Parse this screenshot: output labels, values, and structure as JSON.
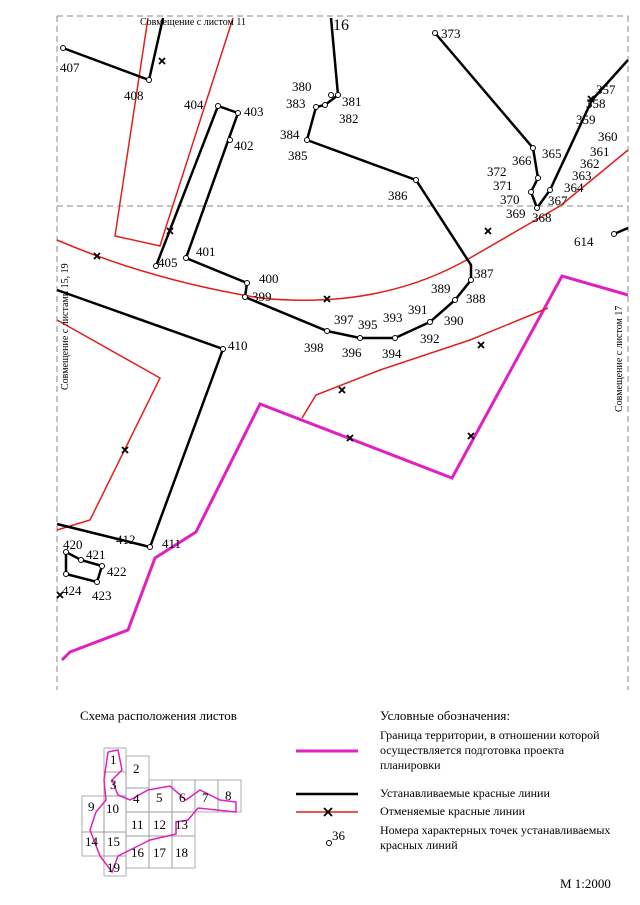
{
  "sheet_joins": {
    "top": "Совмещение с листом 11",
    "left": "Совмещение с листами 15, 19",
    "right": "Совмещение с листом 17"
  },
  "map_labels": {
    "top_number": "16"
  },
  "points": [
    "373",
    "407",
    "408",
    "404",
    "403",
    "402",
    "380",
    "381",
    "383",
    "382",
    "384",
    "385",
    "386",
    "372",
    "366",
    "365",
    "357",
    "358",
    "359",
    "360",
    "361",
    "362",
    "363",
    "364",
    "367",
    "371",
    "370",
    "369",
    "368",
    "614",
    "401",
    "405",
    "400",
    "399",
    "387",
    "389",
    "388",
    "391",
    "390",
    "397",
    "395",
    "393",
    "392",
    "398",
    "396",
    "394",
    "410",
    "412",
    "411",
    "420",
    "421",
    "422",
    "424",
    "423"
  ],
  "legend": {
    "title": "Условные обозначения:",
    "items": [
      {
        "text": "Граница территории, в отношении которой осуществляется подготовка проекта планировки",
        "color": "#e020c0"
      },
      {
        "text": "Устанавливаемые красные линии",
        "color": "#000000"
      },
      {
        "text": "Отменяемые красные линии",
        "color": "#e0201a"
      },
      {
        "text": "Номера характерных точек устанавливаемых красных линий",
        "sample": "36"
      }
    ]
  },
  "scheme": {
    "title": "Схема расположения листов",
    "cells": [
      "1",
      "2",
      "3",
      "4",
      "5",
      "6",
      "7",
      "8",
      "9",
      "10",
      "11",
      "12",
      "13",
      "14",
      "15",
      "16",
      "17",
      "18",
      "19"
    ]
  },
  "scale": "М 1:2000"
}
